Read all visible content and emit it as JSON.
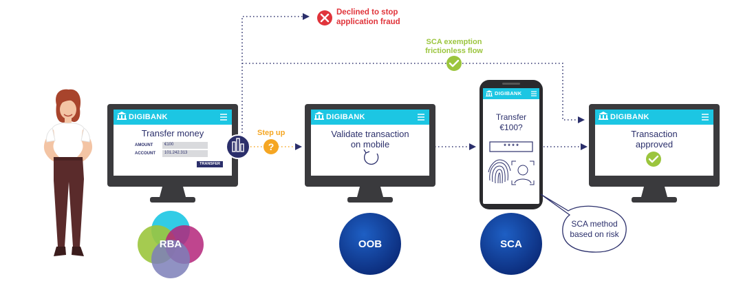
{
  "colors": {
    "navy": "#2b2f6b",
    "cyan": "#1cc6e3",
    "red": "#e0343b",
    "green": "#9bc53d",
    "orange": "#f5a623",
    "monitor_dark": "#3a3a3d"
  },
  "screens": {
    "brand": "DIGIBANK",
    "screen1": {
      "title": "Transfer money",
      "amount_label": "AMOUNT",
      "amount_value": "€100",
      "account_label": "ACCOUNT",
      "account_value": "101.242.313",
      "button_label": "TRANSFER"
    },
    "screen2": {
      "line1": "Validate transaction",
      "line2": "on mobile"
    },
    "phone": {
      "line1": "Transfer",
      "line2": "€100?",
      "pin": "* * * *"
    },
    "screen4": {
      "line1": "Transaction",
      "line2": "approved"
    }
  },
  "flow": {
    "declined_line1": "Declined to stop",
    "declined_line2": "application fraud",
    "exemption_line1": "SCA exemption",
    "exemption_line2": "frictionless flow",
    "step_up": "Step up"
  },
  "circles": {
    "rba": "RBA",
    "oob": "OOB",
    "sca": "SCA"
  },
  "bubble": {
    "line1": "SCA method",
    "line2": "based on risk"
  },
  "icons": [
    "user-icon",
    "bank-icon",
    "menu-icon",
    "chart-icon",
    "question-icon",
    "refresh-icon",
    "check-icon",
    "cross-icon",
    "fingerprint-icon",
    "face-scan-icon"
  ]
}
